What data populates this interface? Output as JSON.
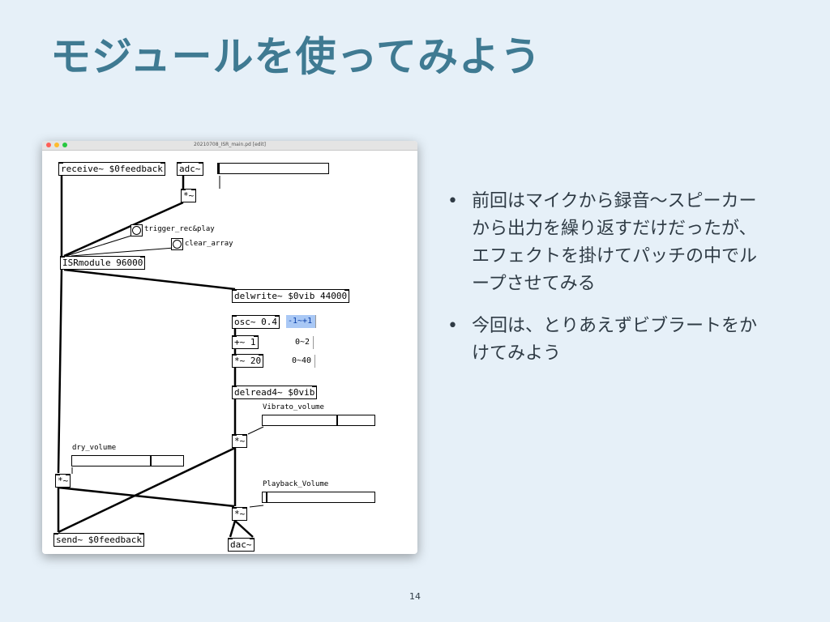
{
  "slide": {
    "title": "モジュールを使ってみよう",
    "page_number": "14"
  },
  "window": {
    "title": "20210708_ISR_main.pd [edit]"
  },
  "patch": {
    "receive_obj": "receive~ $0feedback",
    "adc_obj": "adc~",
    "mul_adc": "*~",
    "trigger_label": "trigger_rec&play",
    "clear_label": "clear_array",
    "isr_obj": "ISRmodule 96000",
    "delwrite_obj": "delwrite~ $0vib 44000",
    "osc_obj": "osc~ 0.4",
    "osc_comment": "-1~+1",
    "add_obj": "+~ 1",
    "add_comment": "0~2",
    "mul20_obj": "*~ 20",
    "mul20_comment": "0~40",
    "delread_obj": "delread4~ $0vib",
    "vibrato_label": "Vibrato_volume",
    "mul_vib": "*~",
    "dry_label": "dry_volume",
    "mul_dry": "*~",
    "playback_label": "Playback_Volume",
    "mul_play": "*~",
    "send_obj": "send~ $0feedback",
    "dac_obj": "dac~",
    "sliders": {
      "input_level": 0.0,
      "vibrato_volume": 0.67,
      "dry_volume": 0.71,
      "playback_volume": 0.03
    }
  },
  "bullets": [
    "前回はマイクから録音〜スピーカーから出力を繰り返すだけだったが、エフェクトを掛けてパッチの中でループさせてみる",
    "今回は、とりあえずビブラートをかけてみよう"
  ],
  "colors": {
    "title": "#3f7a92",
    "background": "#e6f0f8",
    "selection": "#a9c8f5"
  }
}
